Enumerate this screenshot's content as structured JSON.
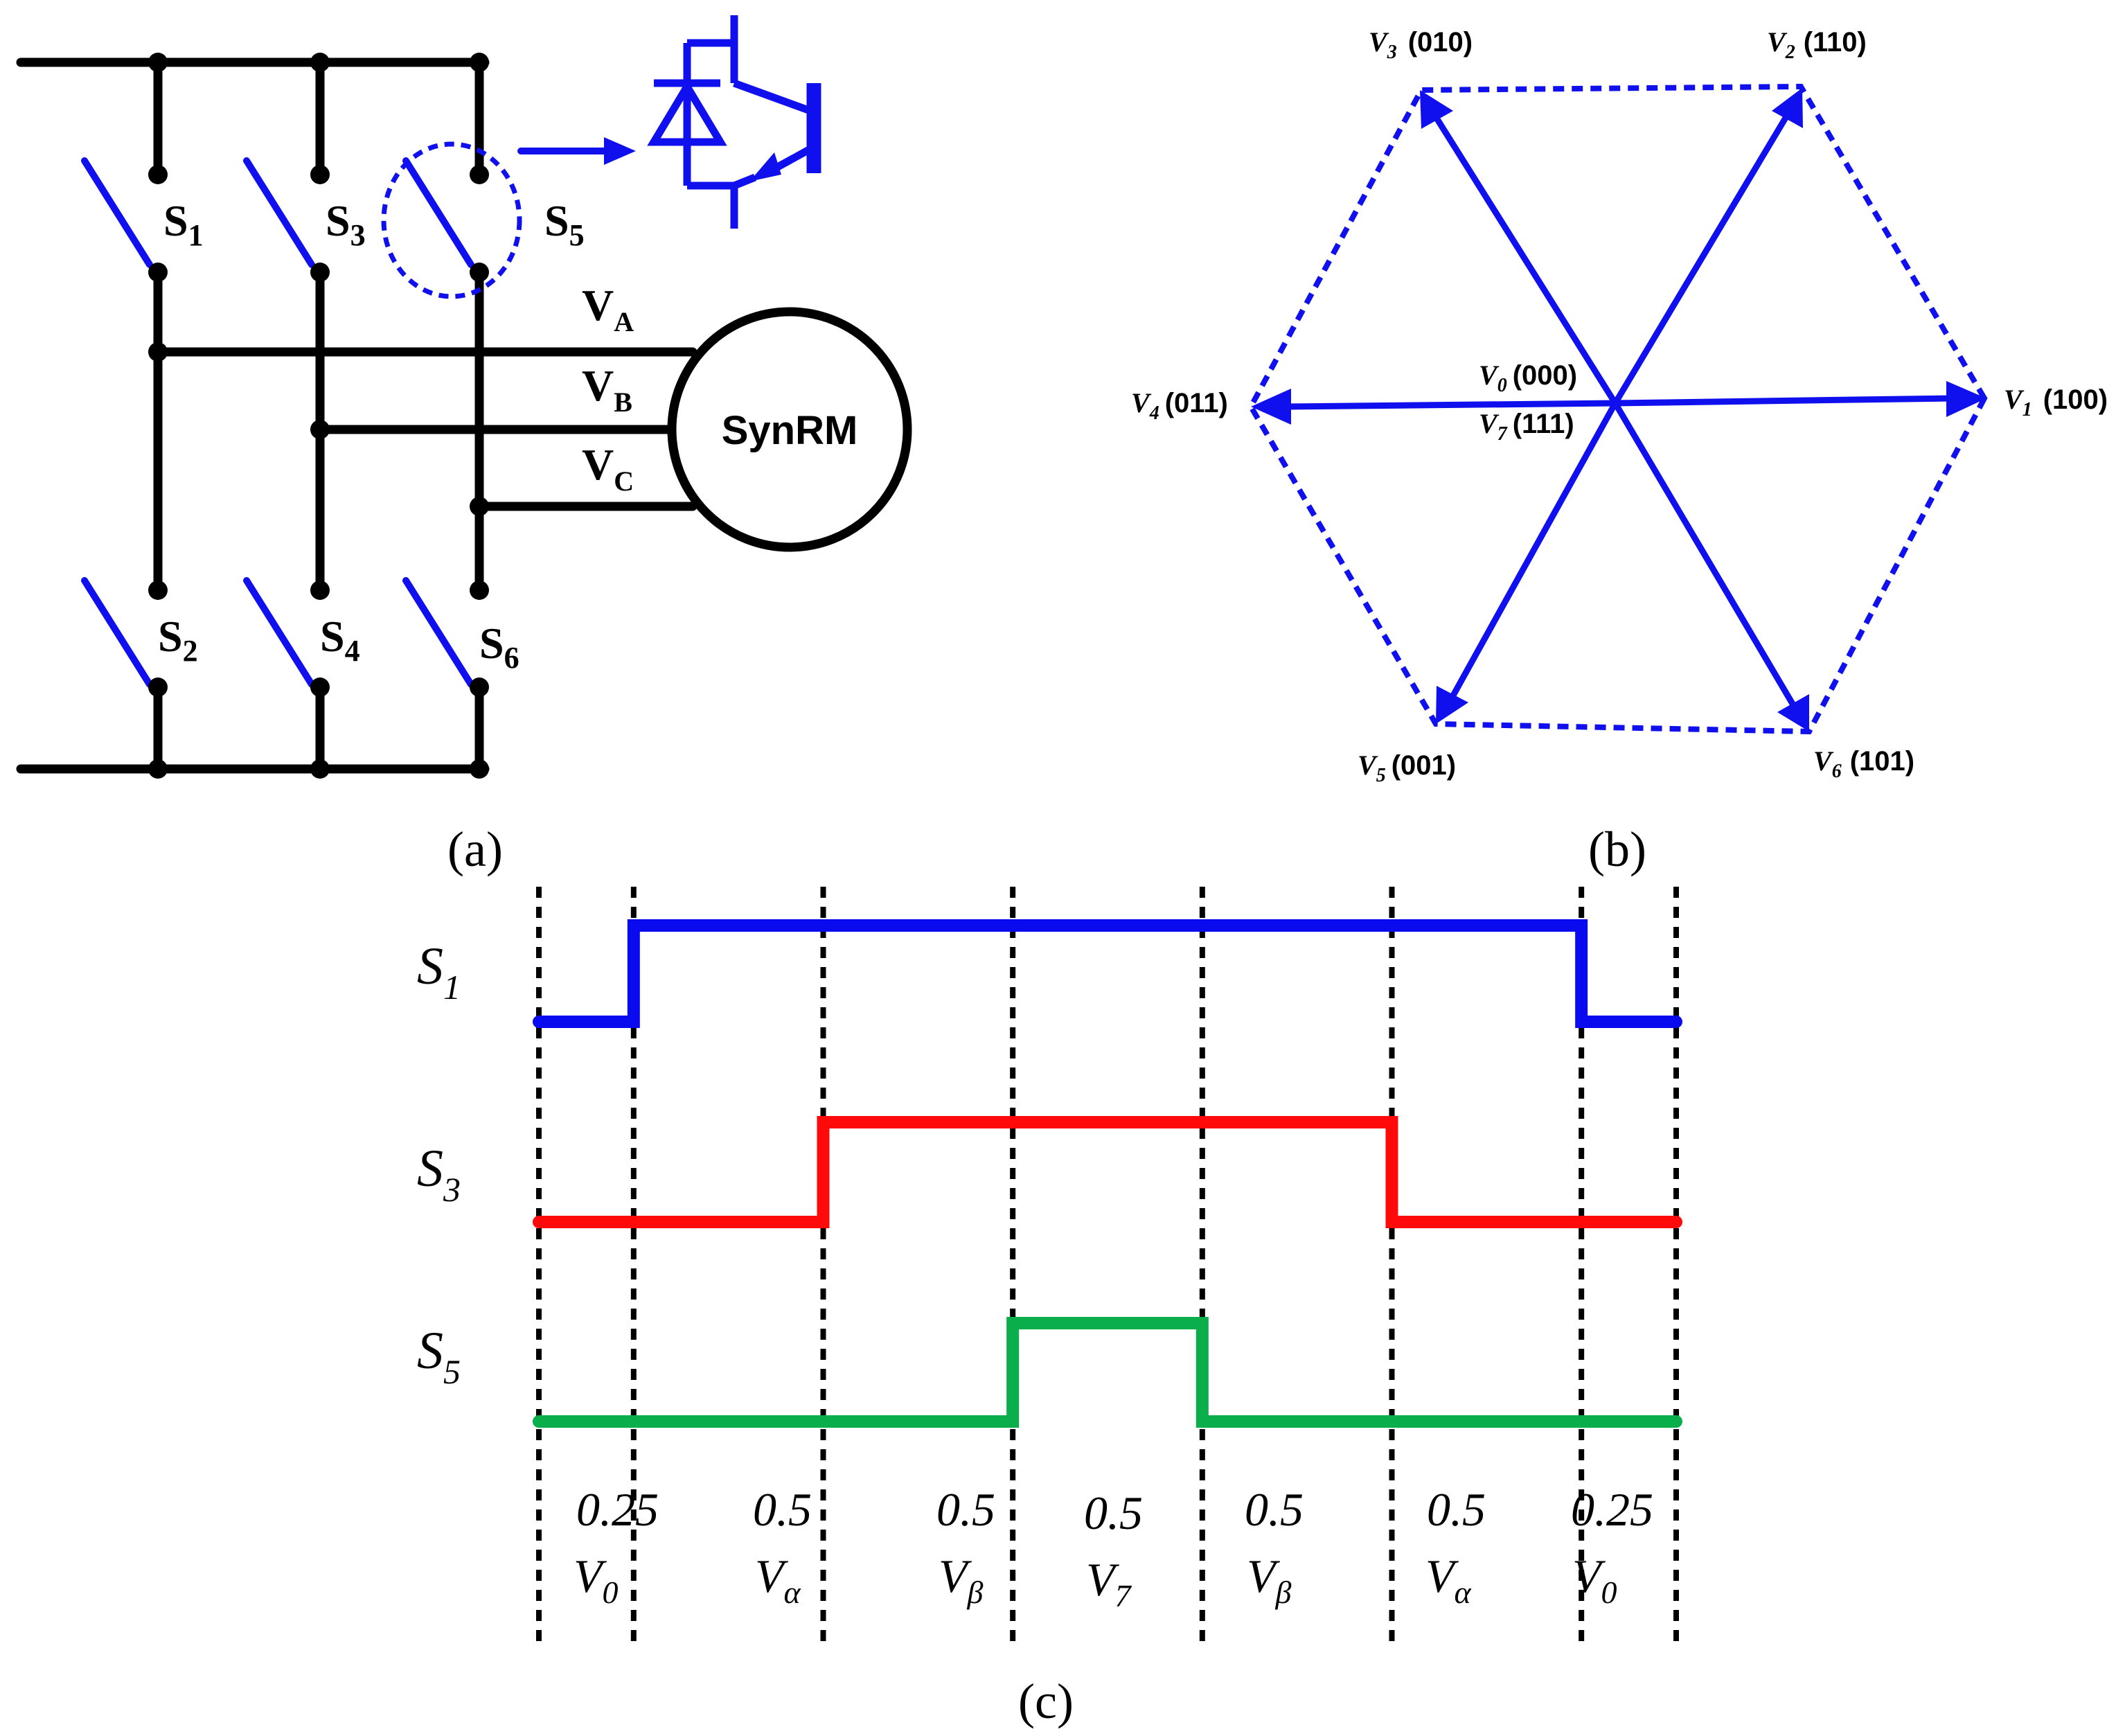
{
  "panel_a": {
    "caption": "(a)",
    "switches": [
      {
        "name": "S",
        "sub": "1"
      },
      {
        "name": "S",
        "sub": "3"
      },
      {
        "name": "S",
        "sub": "5"
      },
      {
        "name": "S",
        "sub": "2"
      },
      {
        "name": "S",
        "sub": "4"
      },
      {
        "name": "S",
        "sub": "6"
      }
    ],
    "phases": [
      {
        "name": "V",
        "sub": "A"
      },
      {
        "name": "V",
        "sub": "B"
      },
      {
        "name": "V",
        "sub": "C"
      }
    ],
    "motor_label": "SynRM"
  },
  "panel_b": {
    "caption": "(b)",
    "vectors": [
      {
        "name": "V",
        "sub": "1",
        "code": "(100)"
      },
      {
        "name": "V",
        "sub": "2",
        "code": "(110)"
      },
      {
        "name": "V",
        "sub": "3",
        "code": "(010)"
      },
      {
        "name": "V",
        "sub": "4",
        "code": "(011)"
      },
      {
        "name": "V",
        "sub": "5",
        "code": "(001)"
      },
      {
        "name": "V",
        "sub": "6",
        "code": "(101)"
      }
    ],
    "zero_vectors": [
      {
        "name": "V",
        "sub": "0",
        "code": "(000)"
      },
      {
        "name": "V",
        "sub": "7",
        "code": "(111)"
      }
    ]
  },
  "panel_c": {
    "caption": "(c)",
    "signals": [
      {
        "name": "S",
        "sub": "1",
        "color": "#0a0aee",
        "levels": [
          0,
          1,
          1,
          1,
          1,
          1,
          0
        ]
      },
      {
        "name": "S",
        "sub": "3",
        "color": "#ff0a0a",
        "levels": [
          0,
          0,
          1,
          1,
          1,
          0,
          0
        ]
      },
      {
        "name": "S",
        "sub": "5",
        "color": "#0aae4a",
        "levels": [
          0,
          0,
          0,
          1,
          0,
          0,
          0
        ]
      }
    ],
    "durations": [
      0.25,
      0.5,
      0.5,
      0.5,
      0.5,
      0.5,
      0.25
    ],
    "intervals": [
      {
        "weight": "0.25",
        "vector": "V",
        "sub": "0"
      },
      {
        "weight": "0.5",
        "vector": "V",
        "sub": "α"
      },
      {
        "weight": "0.5",
        "vector": "V",
        "sub": "β"
      },
      {
        "weight": "0.5",
        "vector": "V",
        "sub": "7"
      },
      {
        "weight": "0.5",
        "vector": "V",
        "sub": "β"
      },
      {
        "weight": "0.5",
        "vector": "V",
        "sub": "α"
      },
      {
        "weight": "0.25",
        "vector": "V",
        "sub": "0"
      }
    ]
  }
}
